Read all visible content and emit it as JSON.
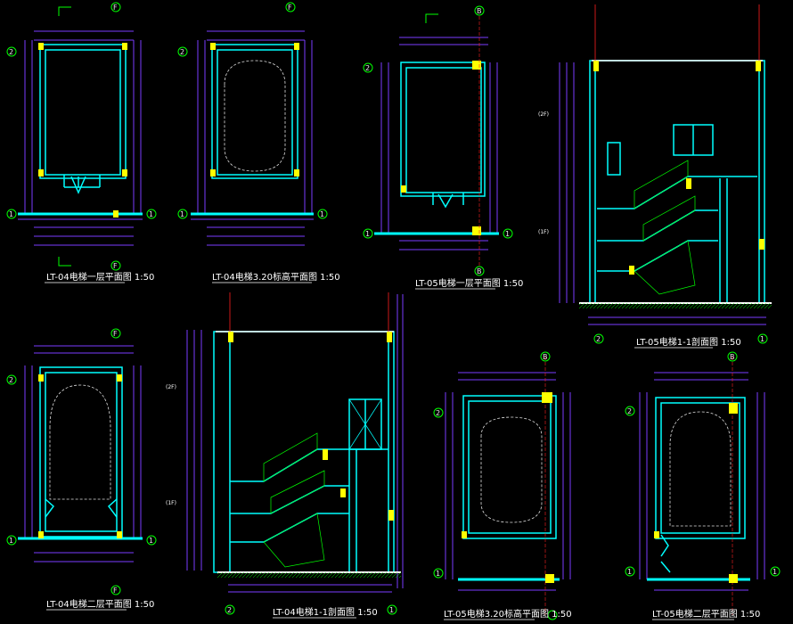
{
  "drawing": {
    "views": [
      {
        "id": "lt04-1f-plan",
        "caption": "LT-04电梯一层平面图 1:50",
        "grids": [
          "1",
          "2",
          "F"
        ]
      },
      {
        "id": "lt04-320-plan",
        "caption": "LT-04电梯3.20标高平面图 1:50",
        "grids": [
          "1",
          "2",
          "F"
        ]
      },
      {
        "id": "lt05-1f-plan",
        "caption": "LT-05电梯一层平面图 1:50",
        "grids": [
          "1",
          "2",
          "B"
        ]
      },
      {
        "id": "lt05-section",
        "caption": "LT-05电梯1-1剖面图 1:50",
        "grids": [
          "1",
          "2"
        ],
        "floor_marks": [
          "(2F)",
          "(1F)"
        ]
      },
      {
        "id": "lt04-2f-plan",
        "caption": "LT-04电梯二层平面图 1:50",
        "grids": [
          "1",
          "2",
          "F"
        ]
      },
      {
        "id": "lt04-section",
        "caption": "LT-04电梯1-1剖面图 1:50",
        "grids": [
          "1",
          "2"
        ],
        "floor_marks": [
          "(2F)",
          "(1F)"
        ]
      },
      {
        "id": "lt05-320-plan",
        "caption": "LT-05电梯3.20标高平面图 1:50",
        "grids": [
          "1",
          "2",
          "B"
        ]
      },
      {
        "id": "lt05-2f-plan",
        "caption": "LT-05电梯二层平面图 1:50",
        "grids": [
          "1",
          "2",
          "B"
        ]
      }
    ]
  },
  "colors": {
    "background": "#000000",
    "wall": "#00ffff",
    "dim": "#7a3cff",
    "axis": "#00ff00",
    "text": "#ffffff",
    "yellow": "#ffff00",
    "red": "#ff2020",
    "pillar": "#ffff00"
  }
}
